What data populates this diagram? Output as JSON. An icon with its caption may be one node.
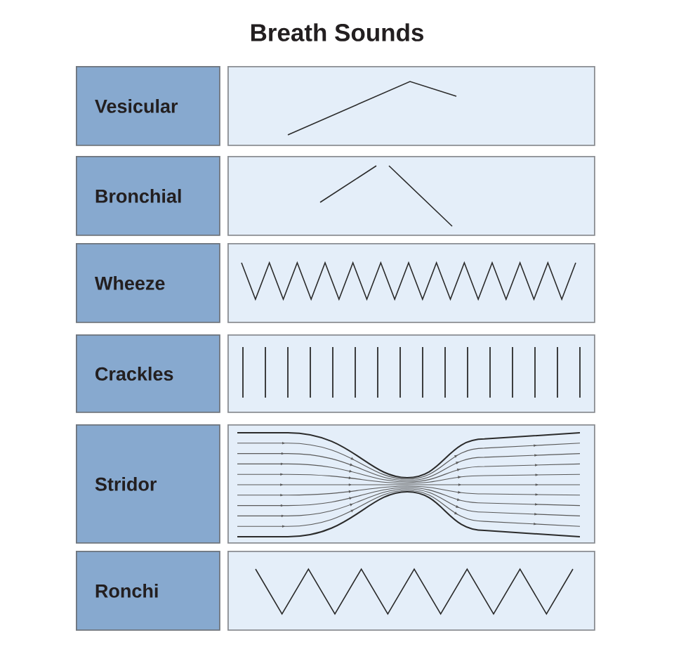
{
  "diagram": {
    "title": "Breath Sounds",
    "nodes": [
      {
        "text": [
          "Vesicular"
        ]
      },
      {
        "text": [],
        "shape": "picture"
      },
      {
        "text": [
          "Bronchial"
        ]
      },
      {
        "text": [],
        "shape": "picture"
      },
      {
        "text": [
          "Wheeze"
        ]
      },
      {
        "text": [],
        "shape": "picture"
      },
      {
        "text": [
          "Crackles"
        ]
      },
      {
        "text": [],
        "shape": "picture"
      },
      {
        "text": [
          "Stridor"
        ]
      },
      {
        "text": [],
        "shape": "picture"
      },
      {
        "text": [
          "Ronchi"
        ]
      },
      {
        "text": [],
        "shape": "picture"
      }
    ]
  }
}
